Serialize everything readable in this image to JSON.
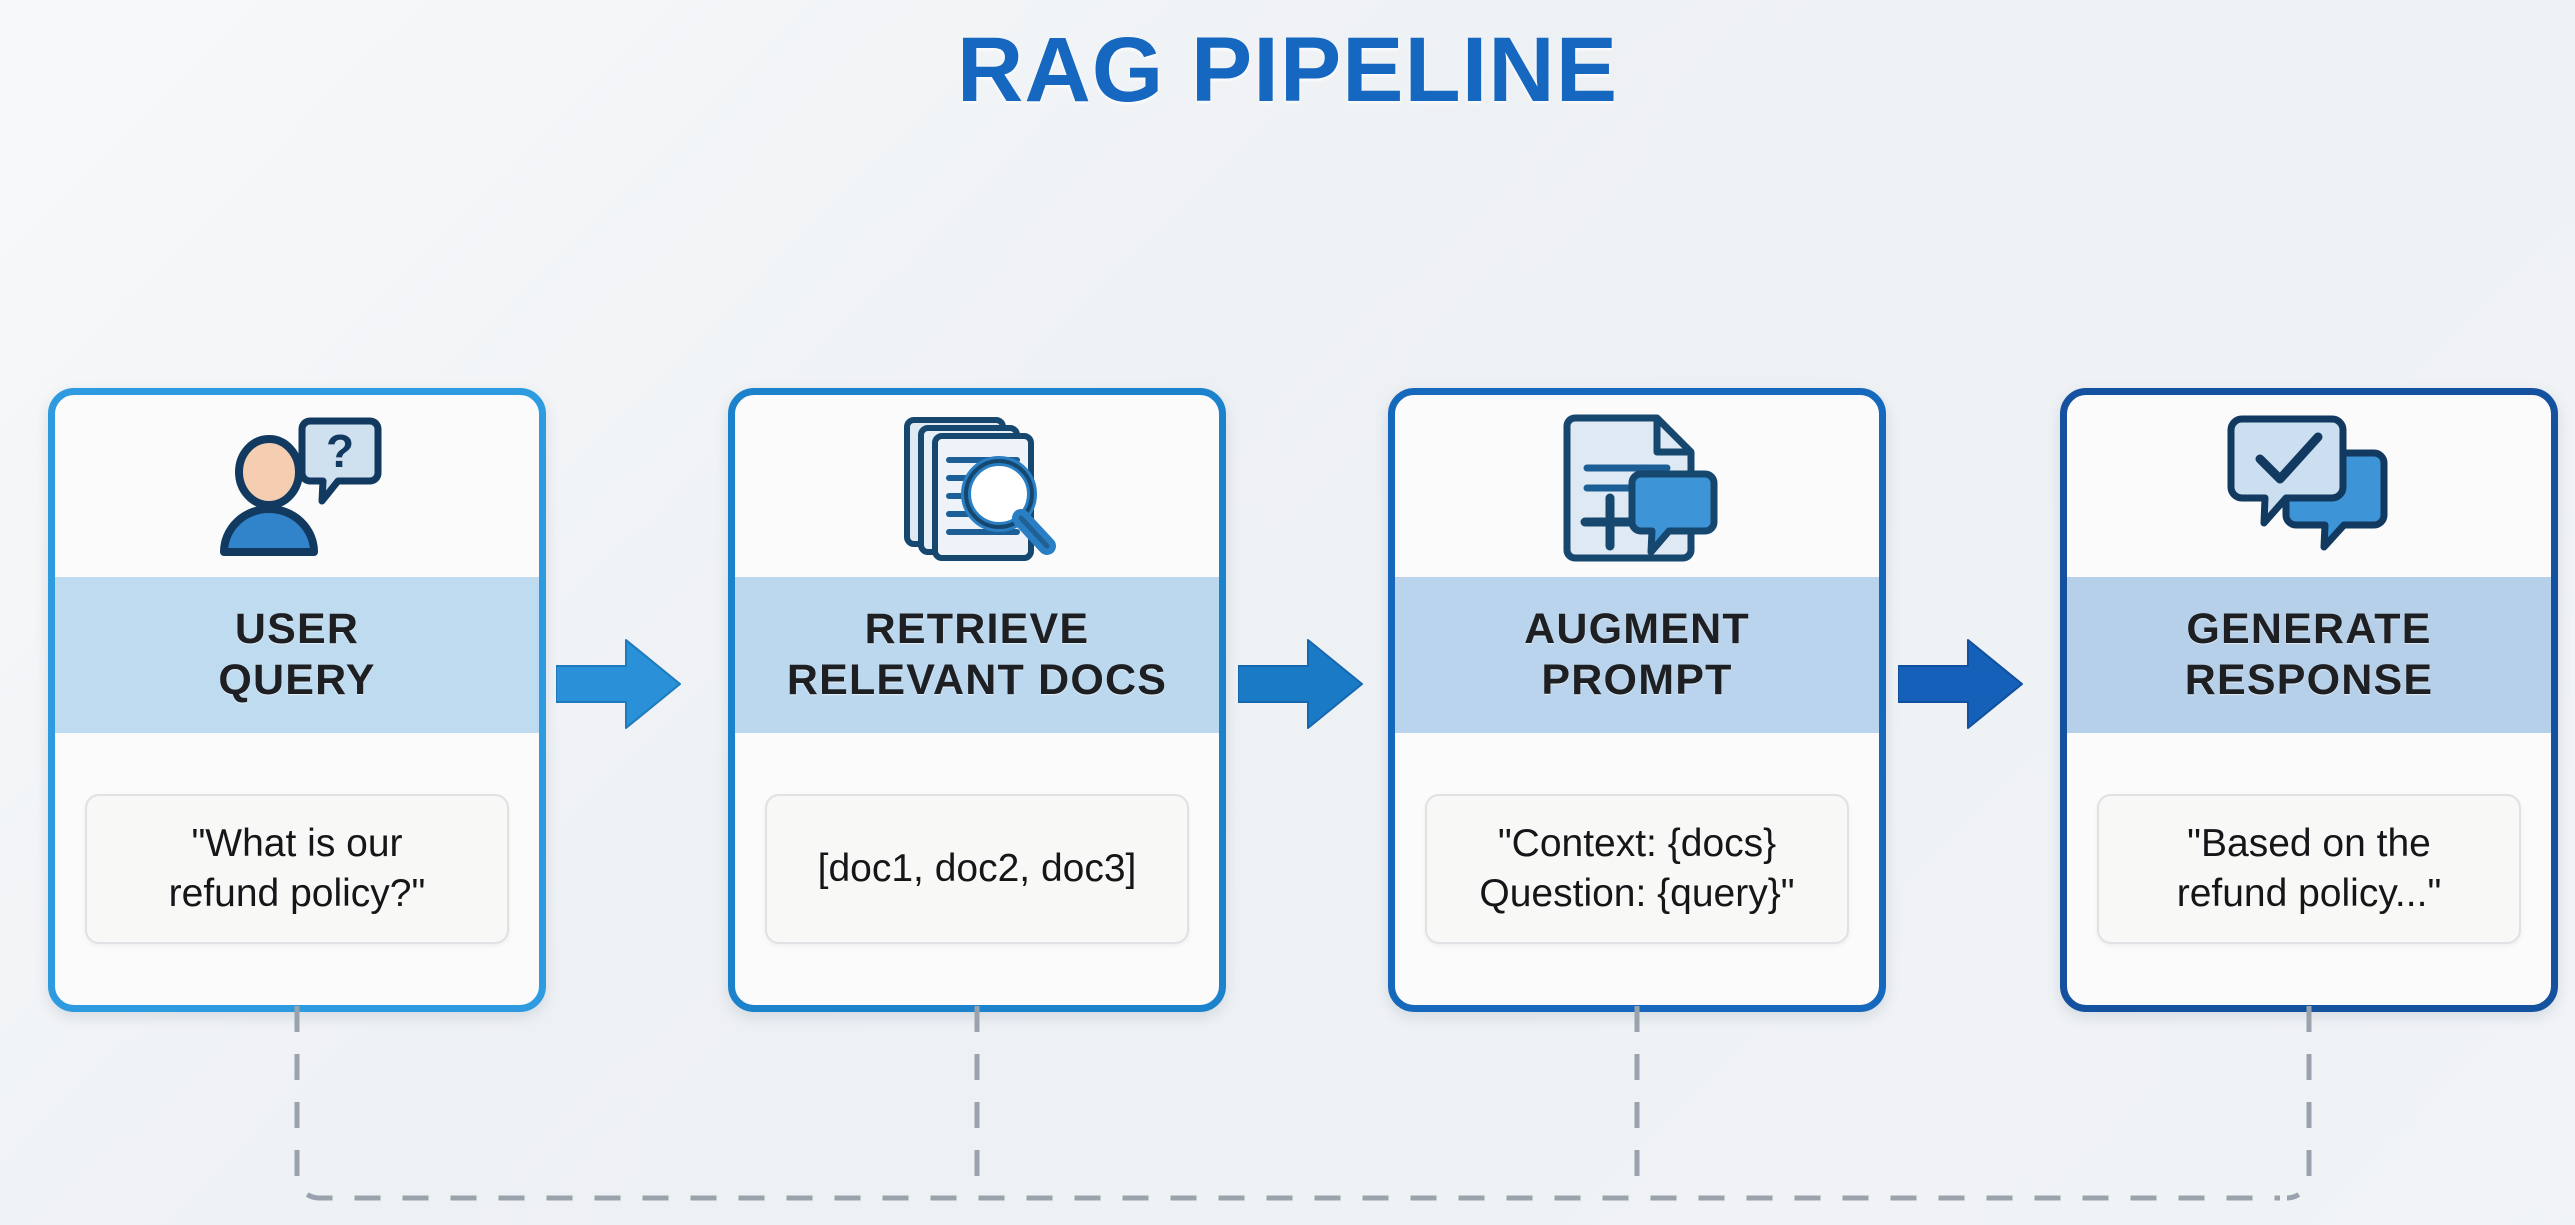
{
  "page": {
    "title": "RAG PIPELINE",
    "background_color": "#eef1f4",
    "title_color": "#1667c0"
  },
  "steps": [
    {
      "id": "user-query",
      "icon": "user-question-icon",
      "label_line1": "USER",
      "label_line2": "QUERY",
      "example_line1": "\"What is our",
      "example_line2": "refund policy?\"",
      "border_color": "#2e9ae0",
      "band_color": "#bfdbf0"
    },
    {
      "id": "retrieve-relevant-docs",
      "icon": "documents-search-icon",
      "label_line1": "RETRIEVE",
      "label_line2": "RELEVANT DOCS",
      "example_line1": "[doc1, doc2, doc3]",
      "example_line2": "",
      "border_color": "#1d82cc",
      "band_color": "#bcd8ef"
    },
    {
      "id": "augment-prompt",
      "icon": "document-plus-chat-icon",
      "label_line1": "AUGMENT",
      "label_line2": "PROMPT",
      "example_line1": "\"Context: {docs}",
      "example_line2": "Question: {query}\"",
      "border_color": "#1668bd",
      "band_color": "#b9d4ec"
    },
    {
      "id": "generate-response",
      "icon": "chat-check-icon",
      "label_line1": "GENERATE",
      "label_line2": "RESPONSE",
      "example_line1": "\"Based on the",
      "example_line2": "refund policy...\"",
      "border_color": "#14519e",
      "band_color": "#b7d0e9"
    }
  ],
  "arrows": [
    {
      "id": "arrow-1",
      "from": "user-query",
      "to": "retrieve-relevant-docs",
      "color": "#2a90d8"
    },
    {
      "id": "arrow-2",
      "from": "retrieve-relevant-docs",
      "to": "augment-prompt",
      "color": "#1b7ac6"
    },
    {
      "id": "arrow-3",
      "from": "augment-prompt",
      "to": "generate-response",
      "color": "#1560b8"
    }
  ],
  "feedback_loop": {
    "id": "feedback-loop",
    "style": "dashed",
    "color": "#9aa3ad"
  }
}
